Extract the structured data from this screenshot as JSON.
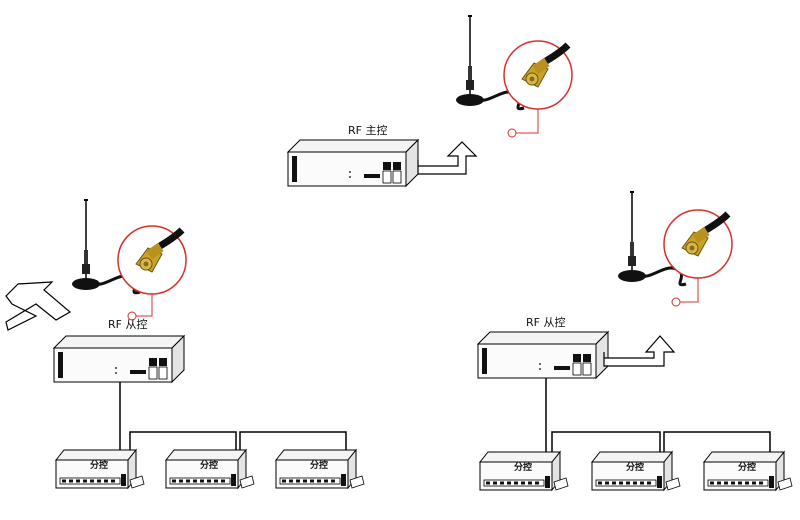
{
  "master": {
    "label": "RF 主控"
  },
  "slave_left": {
    "label": "RF 从控",
    "sub_units": [
      {
        "label": "分控"
      },
      {
        "label": "分控"
      },
      {
        "label": "分控"
      }
    ]
  },
  "slave_right": {
    "label": "RF 从控",
    "sub_units": [
      {
        "label": "分控"
      },
      {
        "label": "分控"
      },
      {
        "label": "分控"
      }
    ]
  },
  "colors": {
    "callout_circle": "#d9302a",
    "connector_gold": "#c9a227",
    "line": "#000000"
  },
  "icons": [
    "antenna-icon",
    "sma-connector-icon",
    "wireless-arrow-icon",
    "rf-controller-box-icon",
    "sub-controller-icon"
  ]
}
